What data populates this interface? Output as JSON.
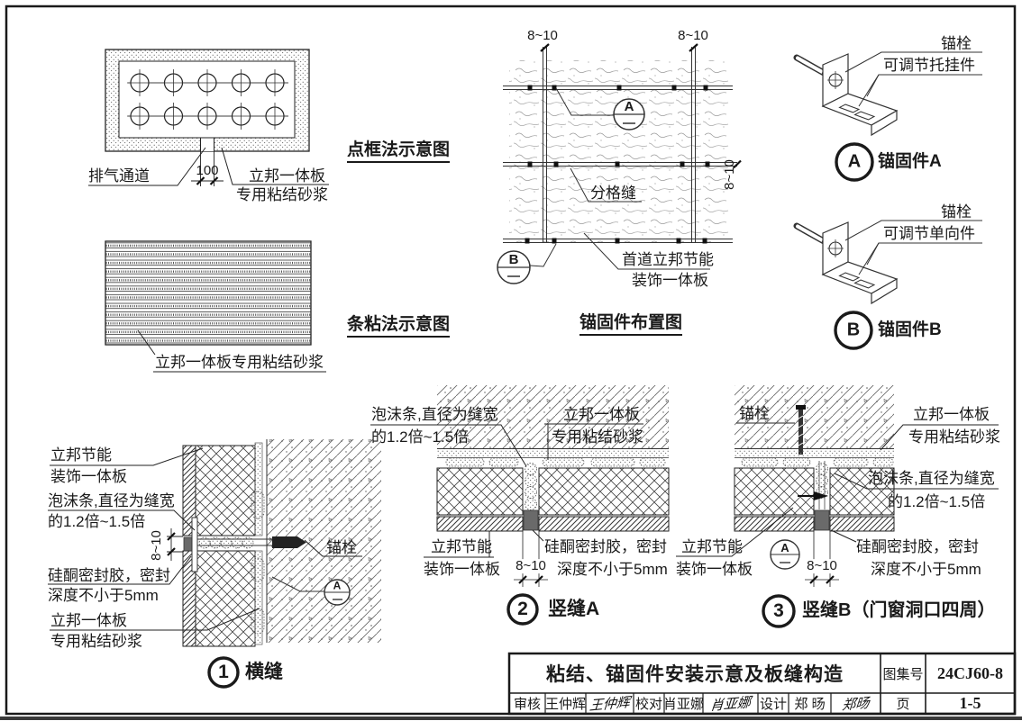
{
  "dot_method": {
    "title": "点框法示意图",
    "label_exhaust": "排气通道",
    "dim": "100",
    "label_mortar1": "立邦一体板",
    "label_mortar2": "专用粘结砂浆"
  },
  "strip_method": {
    "title": "条粘法示意图",
    "label_mortar": "立邦一体板专用粘结砂浆"
  },
  "anchor_layout": {
    "title": "锚固件布置图",
    "dim_top_left": "8~10",
    "dim_top_right": "8~10",
    "dim_right": "8~10",
    "callout_a": "A",
    "callout_b": "B",
    "label_joint": "分格缝",
    "label_first1": "首道立邦节能",
    "label_first2": "装饰一体板"
  },
  "anchor_a": {
    "label_bolt": "锚栓",
    "label_part": "可调节托挂件",
    "callout": "A",
    "title": "锚固件A"
  },
  "anchor_b": {
    "label_bolt": "锚栓",
    "label_part": "可调节单向件",
    "callout": "B",
    "title": "锚固件B"
  },
  "detail1": {
    "num": "1",
    "title": "横缝",
    "label_panel1": "立邦节能",
    "label_panel2": "装饰一体板",
    "label_foam1": "泡沫条,直径为缝宽",
    "label_foam2": "的1.2倍~1.5倍",
    "dim": "8~10",
    "label_seal1": "硅酮密封胶，密封",
    "label_seal2": "深度不小于5mm",
    "label_mortar1": "立邦一体板",
    "label_mortar2": "专用粘结砂浆",
    "label_bolt": "锚栓",
    "callout": "A"
  },
  "detail2": {
    "num": "2",
    "title": "竖缝A",
    "label_foam1": "泡沫条,直径为缝宽",
    "label_foam2": "的1.2倍~1.5倍",
    "label_mortar1": "立邦一体板",
    "label_mortar2": "专用粘结砂浆",
    "label_panel1": "立邦节能",
    "label_panel2": "装饰一体板",
    "dim": "8~10",
    "label_seal1": "硅酮密封胶，密封",
    "label_seal2": "深度不小于5mm"
  },
  "detail3": {
    "num": "3",
    "title": "竖缝B（门窗洞口四周）",
    "label_bolt": "锚栓",
    "label_mortar1": "立邦一体板",
    "label_mortar2": "专用粘结砂浆",
    "label_foam1": "泡沫条,直径为缝宽",
    "label_foam2": "的1.2倍~1.5倍",
    "label_panel1": "立邦节能",
    "label_panel2": "装饰一体板",
    "callout": "A",
    "dim": "8~10",
    "label_seal1": "硅酮密封胶，密封",
    "label_seal2": "深度不小于5mm"
  },
  "title_block": {
    "title": "粘结、锚固件安装示意及板缝构造",
    "atlas_label": "图集号",
    "atlas_no": "24CJ60-8",
    "page_label": "页",
    "page_no": "1-5",
    "review_label": "审核",
    "reviewer": "王仲辉",
    "reviewer_sig": "王仲辉",
    "proof_label": "校对",
    "proofreader": "肖亚娜",
    "proofreader_sig": "肖亚娜",
    "design_label": "设计",
    "designer": "郑 旸",
    "designer_sig": "郑旸"
  }
}
